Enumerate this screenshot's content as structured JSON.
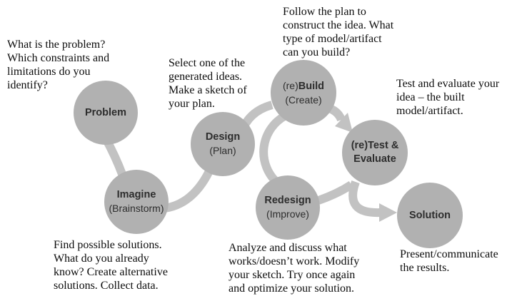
{
  "colors": {
    "background": "#ffffff",
    "node_fill": "#b1b1b1",
    "connector": "#c2c2c2",
    "node_label": "#2d2d2d",
    "annotation_text": "#0c0c0c"
  },
  "nodes": {
    "problem": {
      "label": "Problem"
    },
    "imagine": {
      "label": "Imagine",
      "sublabel": "(Brainstorm)"
    },
    "design": {
      "label": "Design",
      "sublabel": "(Plan)"
    },
    "build": {
      "label_prefix": "(re)",
      "label_bold": "Build",
      "sublabel": "(Create)"
    },
    "test": {
      "line1": "(re)Test &",
      "line2": "Evaluate"
    },
    "redesign": {
      "label": "Redesign",
      "sublabel": "(Improve)"
    },
    "solution": {
      "label": "Solution"
    }
  },
  "annotations": {
    "problem": {
      "lines": [
        "What is the problem?",
        "Which constraints and",
        "limitations do you",
        "identify?"
      ]
    },
    "design": {
      "lines": [
        "Select one of the",
        "generated ideas.",
        "Make a sketch of",
        "your plan."
      ]
    },
    "build": {
      "lines": [
        "Follow the plan to",
        "construct the idea. What",
        "type of model/artifact",
        "can you build?"
      ]
    },
    "test": {
      "lines": [
        "Test and evaluate your",
        "idea – the built",
        "model/artifact."
      ]
    },
    "imagine": {
      "lines": [
        "Find possible solutions.",
        "What do you already",
        "know? Create alternative",
        "solutions. Collect data."
      ]
    },
    "redesign": {
      "lines": [
        "Analyze and discuss what",
        "works/doesn’t work. Modify",
        "your sketch. Try once again",
        "and optimize your solution."
      ]
    },
    "solution": {
      "lines": [
        "Present/communicate",
        "the results."
      ]
    }
  }
}
